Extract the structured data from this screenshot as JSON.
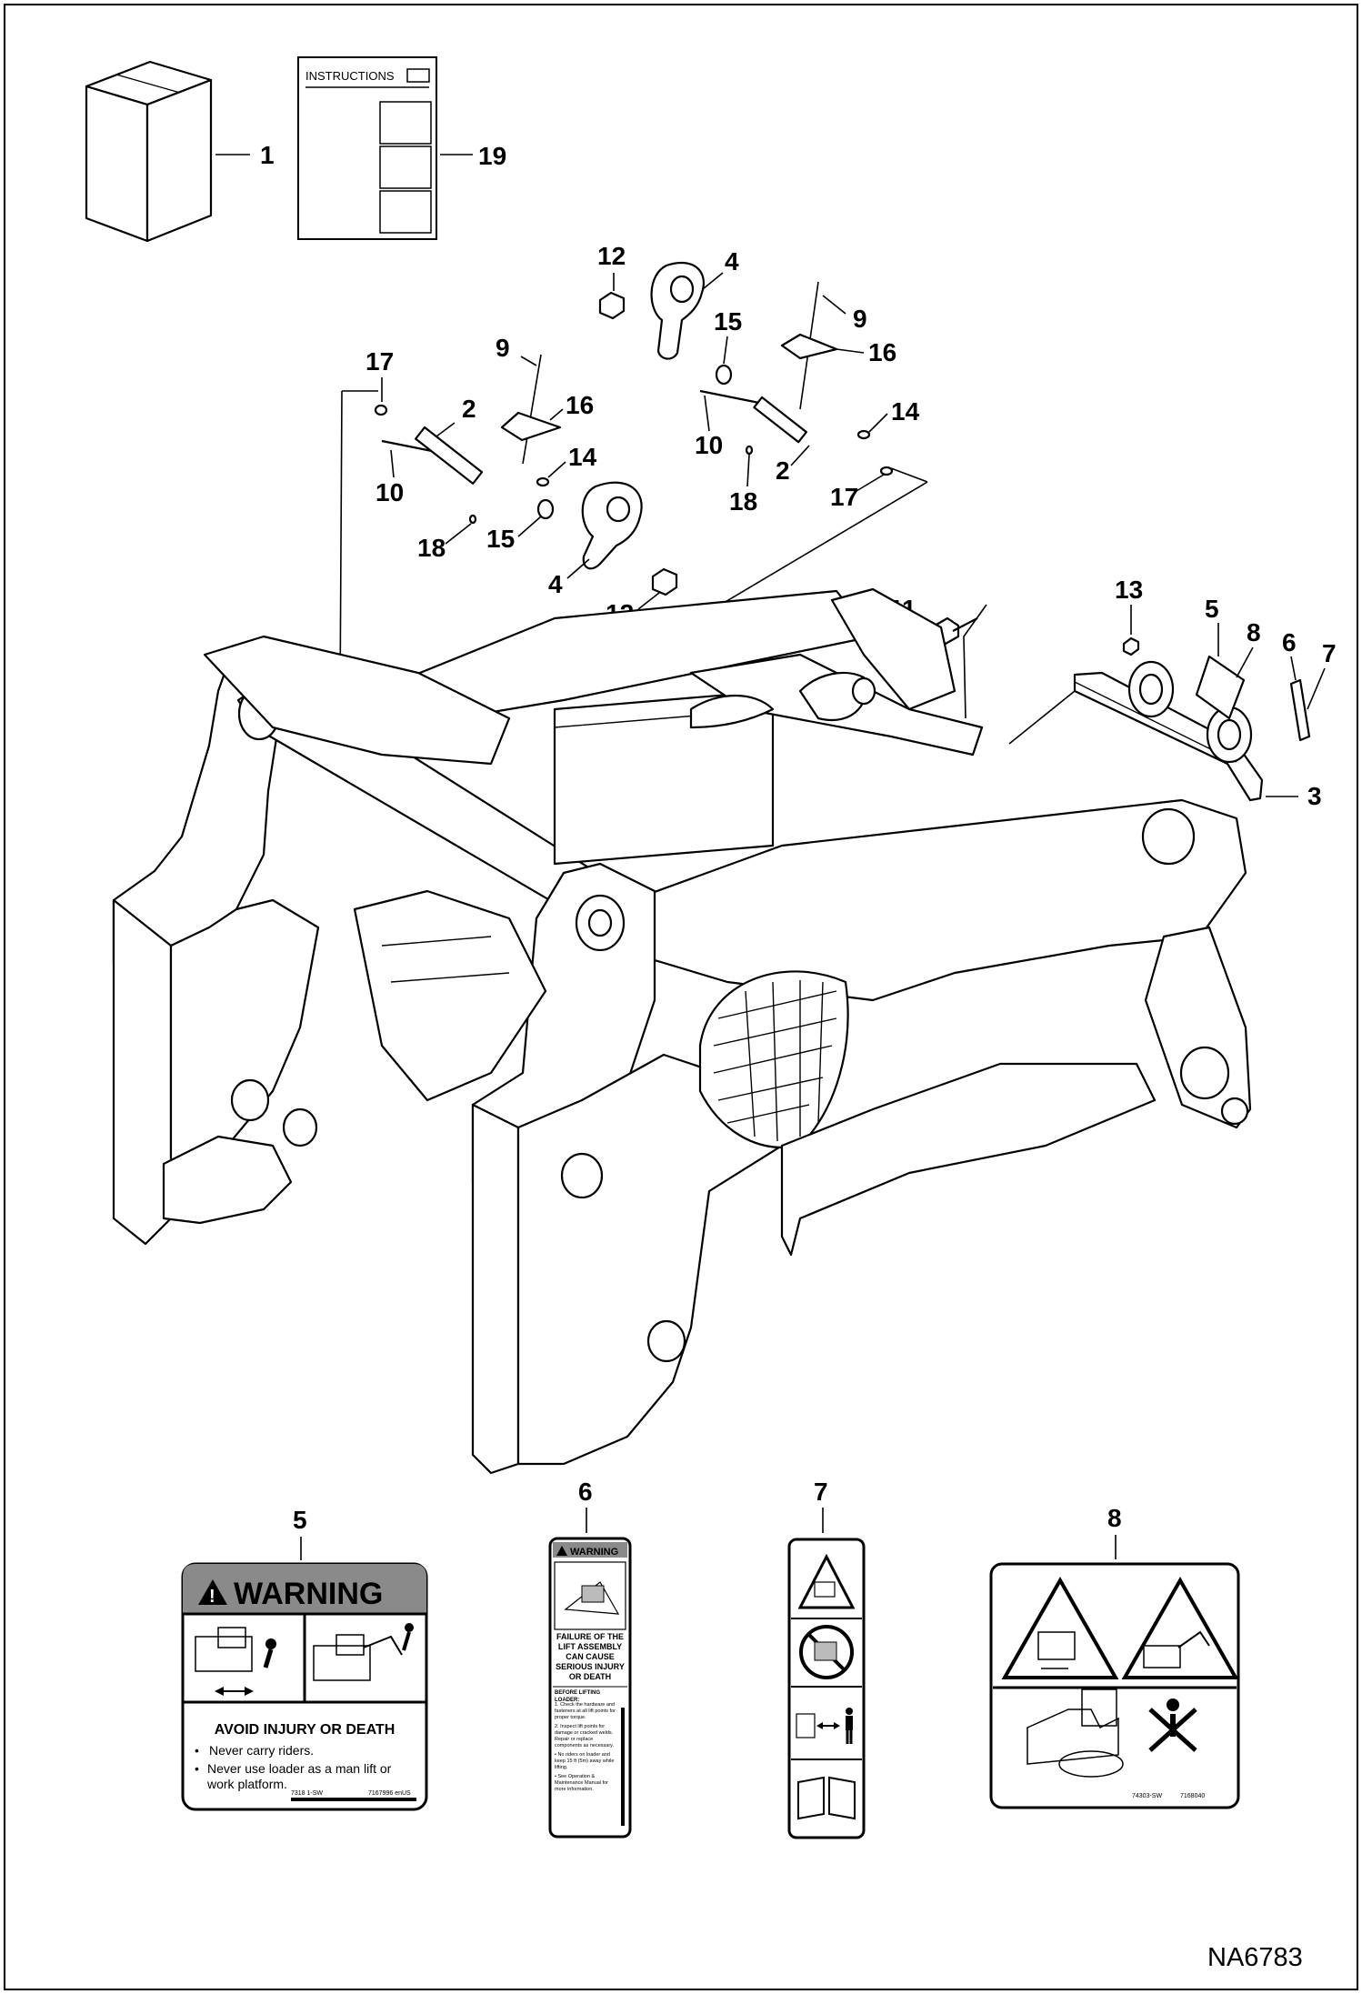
{
  "instructions_sheet": {
    "title": "INSTRUCTIONS"
  },
  "callouts": {
    "c1": "1",
    "c19": "19",
    "c12a": "12",
    "c4a": "4",
    "c15a": "15",
    "c9a": "9",
    "c16a": "16",
    "c14a": "14",
    "c10a": "10",
    "c18a": "18",
    "c2a": "2",
    "c17a": "17",
    "c17b": "17",
    "c9b": "9",
    "c2b": "2",
    "c16b": "16",
    "c14b": "14",
    "c10b": "10",
    "c18b": "18",
    "c15b": "15",
    "c4b": "4",
    "c12b": "12",
    "c11": "11",
    "c13": "13",
    "c5": "5",
    "c8": "8",
    "c6": "6",
    "c7": "7",
    "c3": "3",
    "d5": "5",
    "d6": "6",
    "d7": "7",
    "d8": "8"
  },
  "decal_5": {
    "header": "WARNING",
    "heading": "AVOID INJURY OR DEATH",
    "bullets": [
      "Never carry riders.",
      "Never use loader as a man lift or work platform."
    ],
    "code_left": "7318 1-SW",
    "code_right": "7167996 enUS"
  },
  "decal_6": {
    "header": "WARNING",
    "heading": "FAILURE OF THE LIFT ASSEMBLY CAN CAUSE SERIOUS INJURY OR DEATH",
    "subheading": "BEFORE LIFTING LOADER:",
    "steps": [
      "1. Check the hardware and fasteners at all lift points for proper torque.",
      "2. Inspect lift points for damage or cracked welds. Repair or replace components as necessary.",
      "• No riders on loader and keep 15 ft (5m) away while lifting.",
      "• See Operation & Maintenance Manual for more information."
    ]
  },
  "decal_8": {
    "code_left": "74303-SW",
    "code_right": "7168040"
  },
  "drawing_ref": "NA6783"
}
